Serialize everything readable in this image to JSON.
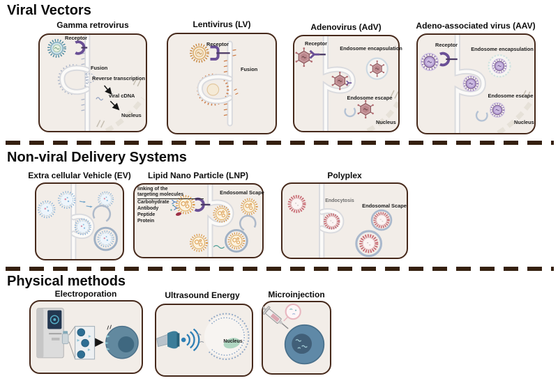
{
  "sections": {
    "viral": {
      "title": "Viral Vectors",
      "panels": {
        "gamma": {
          "title": "Gamma retrovirus",
          "labels": {
            "receptor": "Receptor",
            "fusion": "Fusion",
            "reverse_transcription": "Reverse transcription",
            "viral_cdna": "viral cDNA",
            "nucleus": "Nucleus"
          }
        },
        "lenti": {
          "title": "Lentivirus (LV)",
          "labels": {
            "receptor": "Receptor",
            "fusion": "Fusion"
          }
        },
        "adv": {
          "title": "Adenovirus (AdV)",
          "labels": {
            "receptor": "Receptor",
            "encapsulation": "Endosome encapsulation",
            "escape": "Endosome escape",
            "nucleus": "Nucleus"
          }
        },
        "aav": {
          "title": "Adeno-associated virus (AAV)",
          "labels": {
            "receptor": "Receptor",
            "encapsulation": "Endosome encapsulation",
            "escape": "Endosome escape",
            "nucleus": "Nucleus"
          }
        }
      }
    },
    "nonviral": {
      "title": "Non-viral Delivery Systems",
      "panels": {
        "ev": {
          "title": "Extra cellular Vehicle (EV)"
        },
        "lnp": {
          "title": "Lipid Nano Particle (LNP)",
          "labels": {
            "linking_line1": "linking of the",
            "linking_line2": "targeting molecules",
            "carbohydrate": "Carbohydrate",
            "antibody": "Antibody",
            "peptide": "Peptide",
            "protein": "Protein",
            "endosomal_escape": "Endosomal Scape"
          }
        },
        "polyplex": {
          "title": "Polyplex",
          "labels": {
            "endocytosis": "Endocytosis",
            "endosomal_escape": "Endosomal Scape"
          }
        }
      }
    },
    "physical": {
      "title": "Physical methods",
      "panels": {
        "electroporation": {
          "title": "Electroporation"
        },
        "ultrasound": {
          "title": "Ultrasound Energy",
          "labels": {
            "nucleus": "Nucleus"
          }
        },
        "microinjection": {
          "title": "Microinjection"
        }
      }
    }
  },
  "colors": {
    "panel_bg": "#f2ede8",
    "panel_border": "#46291b",
    "divider": "#35200f",
    "membrane": "#d9dade",
    "gamma_virus": "#4e8aa0",
    "lenti_virus": "#c8873e",
    "adv_virus": "#c89a9e",
    "aav_virus": "#b7a1d4",
    "ev_vesicle": "#74a6d4",
    "lnp_particle": "#d8923d",
    "polyplex_particle": "#c96c74",
    "receptor": "#6a4f96",
    "cell_blue": "#5f89a7",
    "ultrasound_blue": "#2d7fb5",
    "nucleus_green": "#afd6c1"
  }
}
